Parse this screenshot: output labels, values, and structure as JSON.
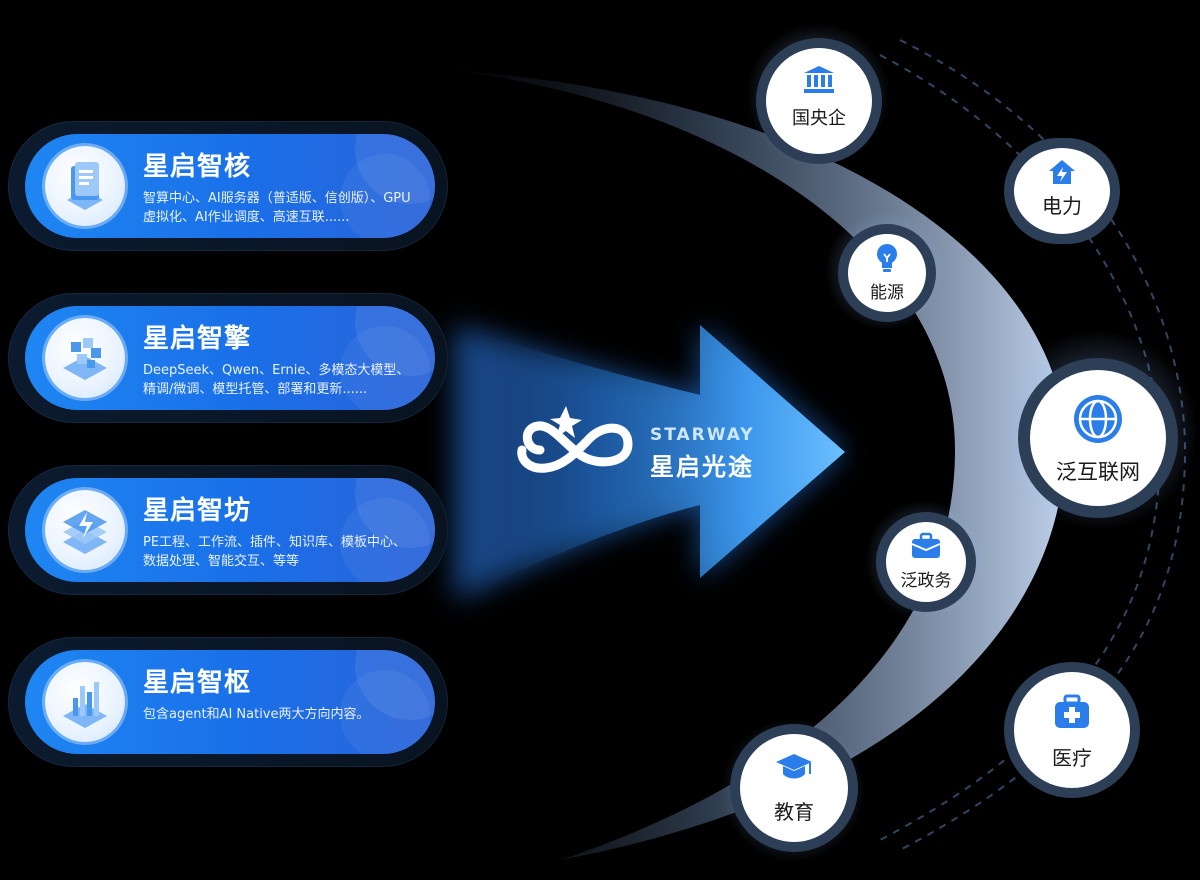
{
  "colors": {
    "card_blue": "#1e86f2",
    "arrow_blue": "#55b3ff",
    "arc_light": "#c9dcf7",
    "icon_blue": "#2b7de9",
    "node_ring": "#2c3f57"
  },
  "products": [
    {
      "title": "星启智核",
      "desc": "智算中心、AI服务器（普适版、信创版）、GPU虚拟化、AI作业调度、高速互联......",
      "icon": "server-stack-icon"
    },
    {
      "title": "星启智擎",
      "desc": "DeepSeek、Qwen、Ernie、多模态大模型、精调/微调、模型托管、部署和更新......",
      "icon": "model-cubes-icon"
    },
    {
      "title": "星启智坊",
      "desc": "PE工程、工作流、插件、知识库、模板中心、数据处理、智能交互、等等",
      "icon": "workshop-layers-icon"
    },
    {
      "title": "星启智枢",
      "desc": "包含agent和AI Native两大方向内容。",
      "icon": "bar-chart-icon"
    }
  ],
  "brand": {
    "name": "STARWAY",
    "name_cn": "星启光途",
    "logo": "infinity-star-logo"
  },
  "industries": [
    {
      "label": "国央企",
      "icon": "bank-icon"
    },
    {
      "label": "电力",
      "icon": "power-house-icon"
    },
    {
      "label": "能源",
      "icon": "lightbulb-icon"
    },
    {
      "label": "泛互联网",
      "icon": "globe-icon"
    },
    {
      "label": "泛政务",
      "icon": "briefcase-icon"
    },
    {
      "label": "医疗",
      "icon": "medical-kit-icon"
    },
    {
      "label": "教育",
      "icon": "graduation-cap-icon"
    }
  ]
}
